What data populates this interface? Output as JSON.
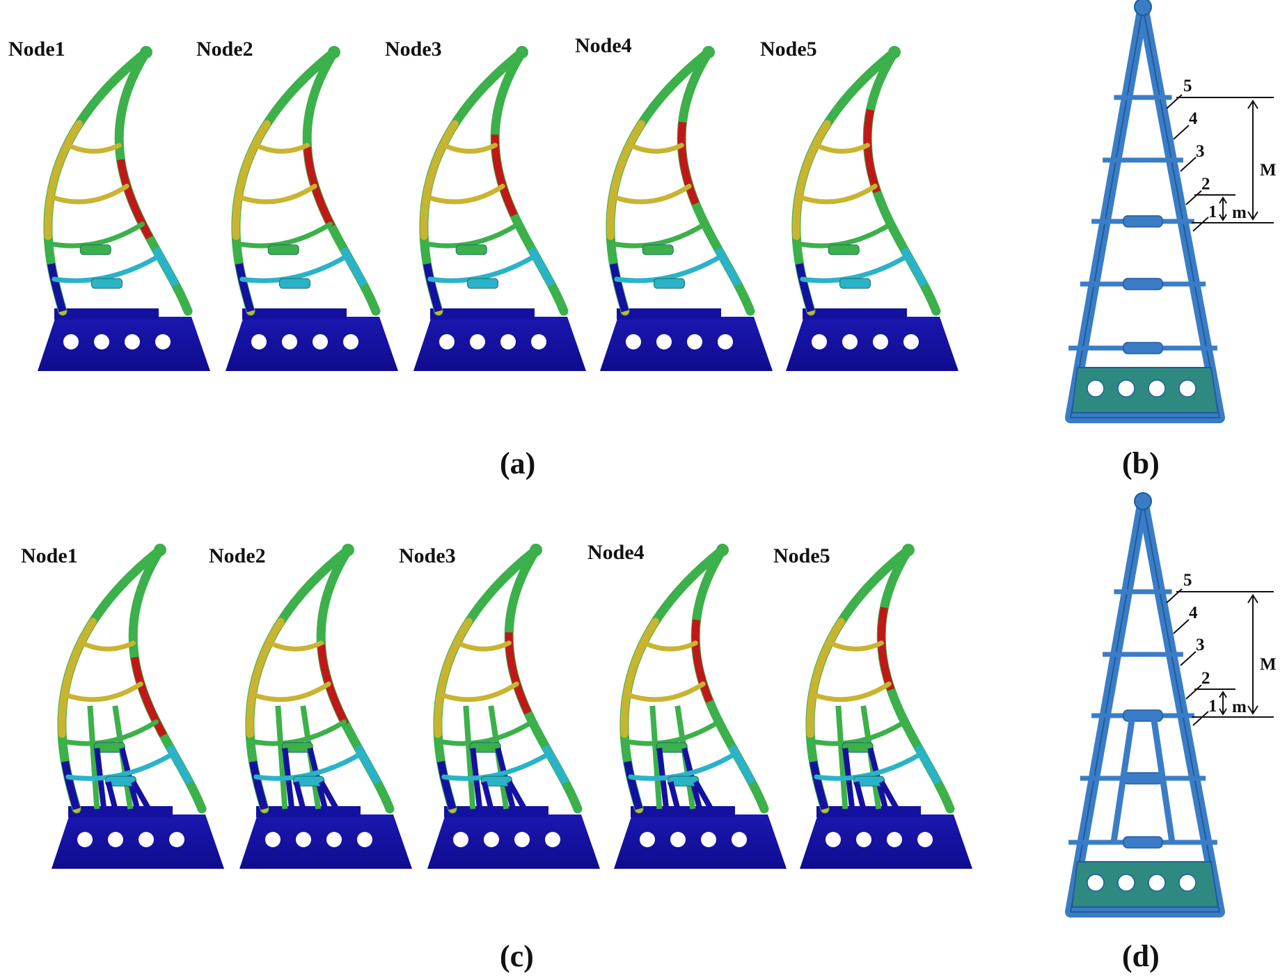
{
  "colors": {
    "fixture_blue": "#1411a0",
    "schematic_blue": "#3a7dc6",
    "schematic_stroke": "#1f5c9e",
    "schematic_base": "#2e8a80",
    "heat_low": "#1411a0",
    "heat_cyan": "#2ab3c8",
    "heat_green": "#3cb04a",
    "heat_yellow": "#c8b430",
    "heat_orange": "#cf7a28",
    "heat_high": "#c01818"
  },
  "rows": [
    {
      "panel_label": "(a)",
      "nodes": [
        {
          "label": "Node1",
          "highlight_level": 1
        },
        {
          "label": "Node2",
          "highlight_level": 2
        },
        {
          "label": "Node3",
          "highlight_level": 3
        },
        {
          "label": "Node4",
          "highlight_level": 4
        },
        {
          "label": "Node5",
          "highlight_level": 5
        }
      ]
    },
    {
      "panel_label": "(c)",
      "nodes": [
        {
          "label": "Node1",
          "highlight_level": 1
        },
        {
          "label": "Node2",
          "highlight_level": 2
        },
        {
          "label": "Node3",
          "highlight_level": 3
        },
        {
          "label": "Node4",
          "highlight_level": 4
        },
        {
          "label": "Node5",
          "highlight_level": 5
        }
      ]
    }
  ],
  "schematics": [
    {
      "panel_label": "(b)",
      "variant": "ladder",
      "node_numbers": [
        "1",
        "2",
        "3",
        "4",
        "5"
      ],
      "dim_large": "M",
      "dim_small": "m"
    },
    {
      "panel_label": "(d)",
      "variant": "ladder-with-legs",
      "node_numbers": [
        "1",
        "2",
        "3",
        "4",
        "5"
      ],
      "dim_large": "M",
      "dim_small": "m"
    }
  ]
}
